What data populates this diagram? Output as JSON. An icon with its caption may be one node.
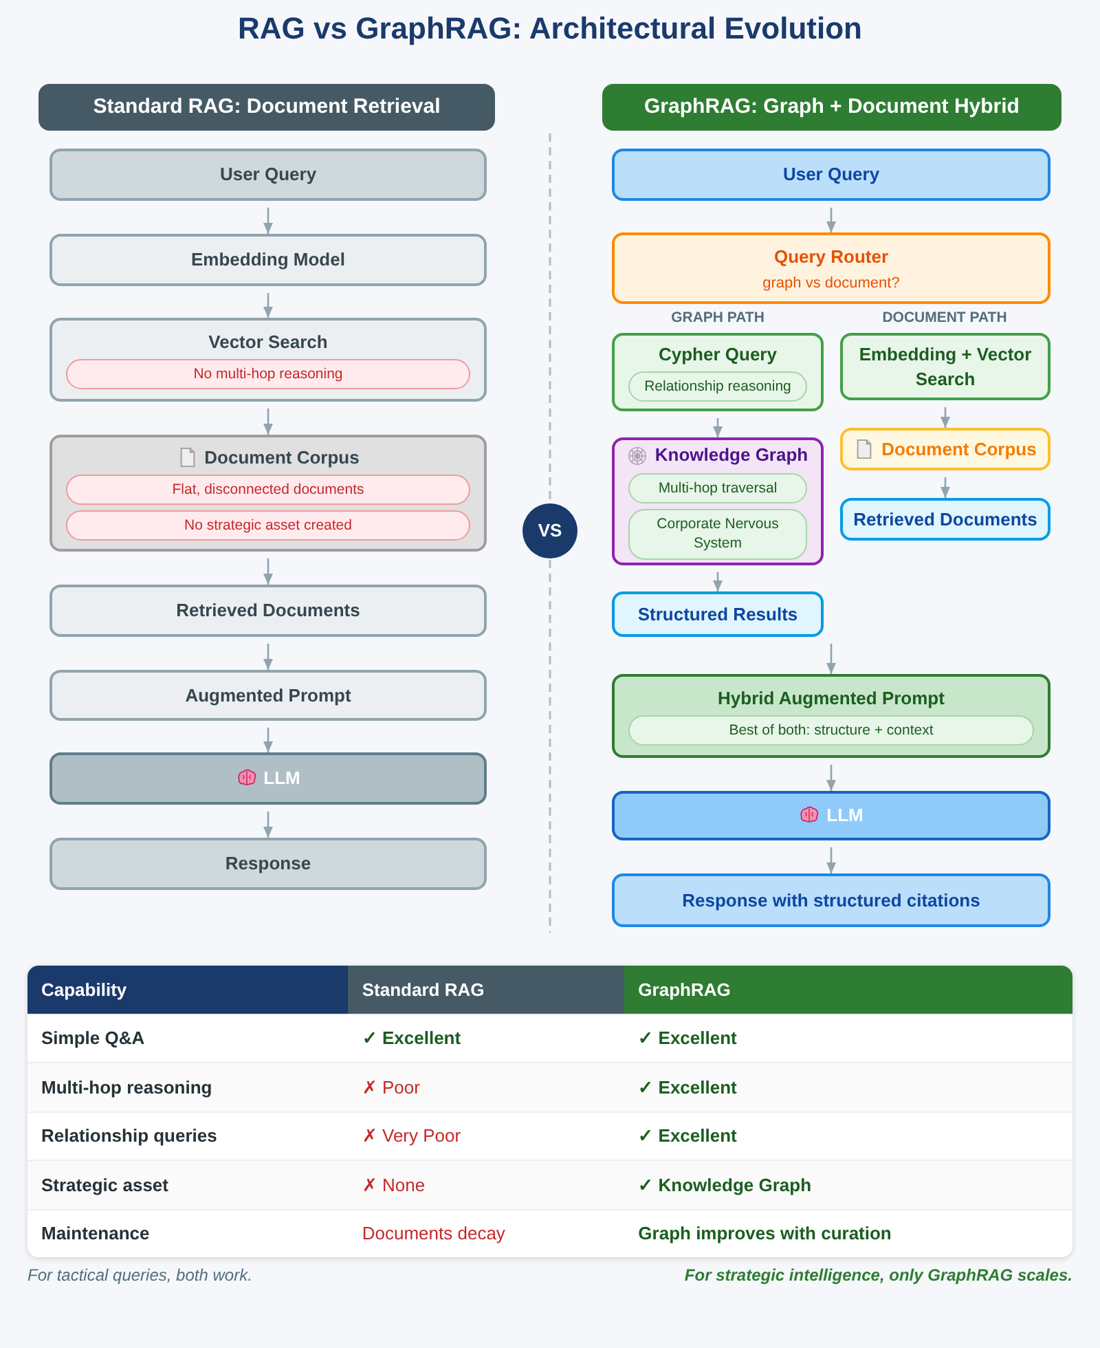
{
  "diagram": {
    "title": "RAG vs GraphRAG: Architectural Evolution",
    "nodes": [
      {
        "text": [
          "Standard RAG: Document Retrieval"
        ]
      },
      {
        "text": [
          "User Query"
        ]
      },
      {
        "text": [
          "Embedding Model"
        ]
      },
      {
        "text": [
          "Vector Search"
        ]
      },
      {
        "text": [
          "No multi-hop reasoning"
        ],
        "in": 3
      },
      {
        "text": [
          "Document Corpus"
        ]
      },
      {
        "text": [
          "Flat, disconnected documents"
        ],
        "in": 5
      },
      {
        "text": [
          "No strategic asset created"
        ],
        "in": 5
      },
      {
        "text": [
          "Retrieved Documents"
        ]
      },
      {
        "text": [
          "Augmented Prompt"
        ]
      },
      {
        "text": [
          "LLM"
        ]
      },
      {
        "text": [
          "Response"
        ]
      },
      {
        "text": [
          "VS"
        ]
      },
      {
        "text": [
          "GraphRAG: Graph + Document Hybrid"
        ]
      },
      {
        "text": [
          "User Query"
        ]
      },
      {
        "text": [
          "Query Router",
          "graph vs document?"
        ]
      },
      {
        "text": [
          "Cypher Query"
        ]
      },
      {
        "text": [
          "Relationship reasoning"
        ],
        "in": 16
      },
      {
        "text": [
          "Embedding + Vector Search"
        ]
      },
      {
        "text": [
          "Knowledge Graph"
        ]
      },
      {
        "text": [
          "Multi-hop traversal"
        ],
        "in": 19
      },
      {
        "text": [
          "Corporate Nervous System"
        ],
        "in": 19
      },
      {
        "text": [
          "Document Corpus"
        ]
      },
      {
        "text": [
          "Retrieved Documents"
        ]
      },
      {
        "text": [
          "Structured Results"
        ]
      },
      {
        "text": [
          "Hybrid Augmented Prompt"
        ]
      },
      {
        "text": [
          "Best of both: structure + context"
        ],
        "in": 25
      },
      {
        "text": [
          "LLM"
        ]
      },
      {
        "text": [
          "Response with structured citations"
        ]
      }
    ],
    "edges": [
      {
        "from": 1,
        "to": 2,
        "arrow": "to"
      },
      {
        "from": 2,
        "to": 3,
        "arrow": "to"
      },
      {
        "from": 3,
        "to": 5,
        "arrow": "to"
      },
      {
        "from": 5,
        "to": 8,
        "arrow": "to"
      },
      {
        "from": 8,
        "to": 9,
        "arrow": "to"
      },
      {
        "from": 9,
        "to": 10,
        "arrow": "to"
      },
      {
        "from": 10,
        "to": 11,
        "arrow": "to"
      },
      {
        "from": 14,
        "to": 15,
        "arrow": "to"
      },
      {
        "from": 16,
        "to": 19,
        "arrow": "to"
      },
      {
        "from": 18,
        "to": 22,
        "arrow": "to"
      },
      {
        "from": 22,
        "to": 23,
        "arrow": "to"
      },
      {
        "from": 19,
        "to": 24,
        "arrow": "to"
      },
      {
        "from": 24,
        "to": 25,
        "arrow": "to"
      },
      {
        "from": 25,
        "to": 27,
        "arrow": "to"
      },
      {
        "from": 27,
        "to": 28,
        "arrow": "to"
      }
    ],
    "labels": [
      "GRAPH PATH",
      "DOCUMENT PATH",
      "Capability",
      "Standard RAG",
      "GraphRAG",
      "Simple Q&A",
      "✓ Excellent",
      "✓ Excellent",
      "Multi-hop reasoning",
      "✗ Poor",
      "✓ Excellent",
      "Relationship queries",
      "✗ Very Poor",
      "✓ Excellent",
      "Strategic asset",
      "✗ None",
      "✓ Knowledge Graph",
      "Maintenance",
      "Documents decay",
      "Graph improves with curation",
      "For tactical queries, both work.",
      "For strategic intelligence, only GraphRAG scales."
    ]
  }
}
